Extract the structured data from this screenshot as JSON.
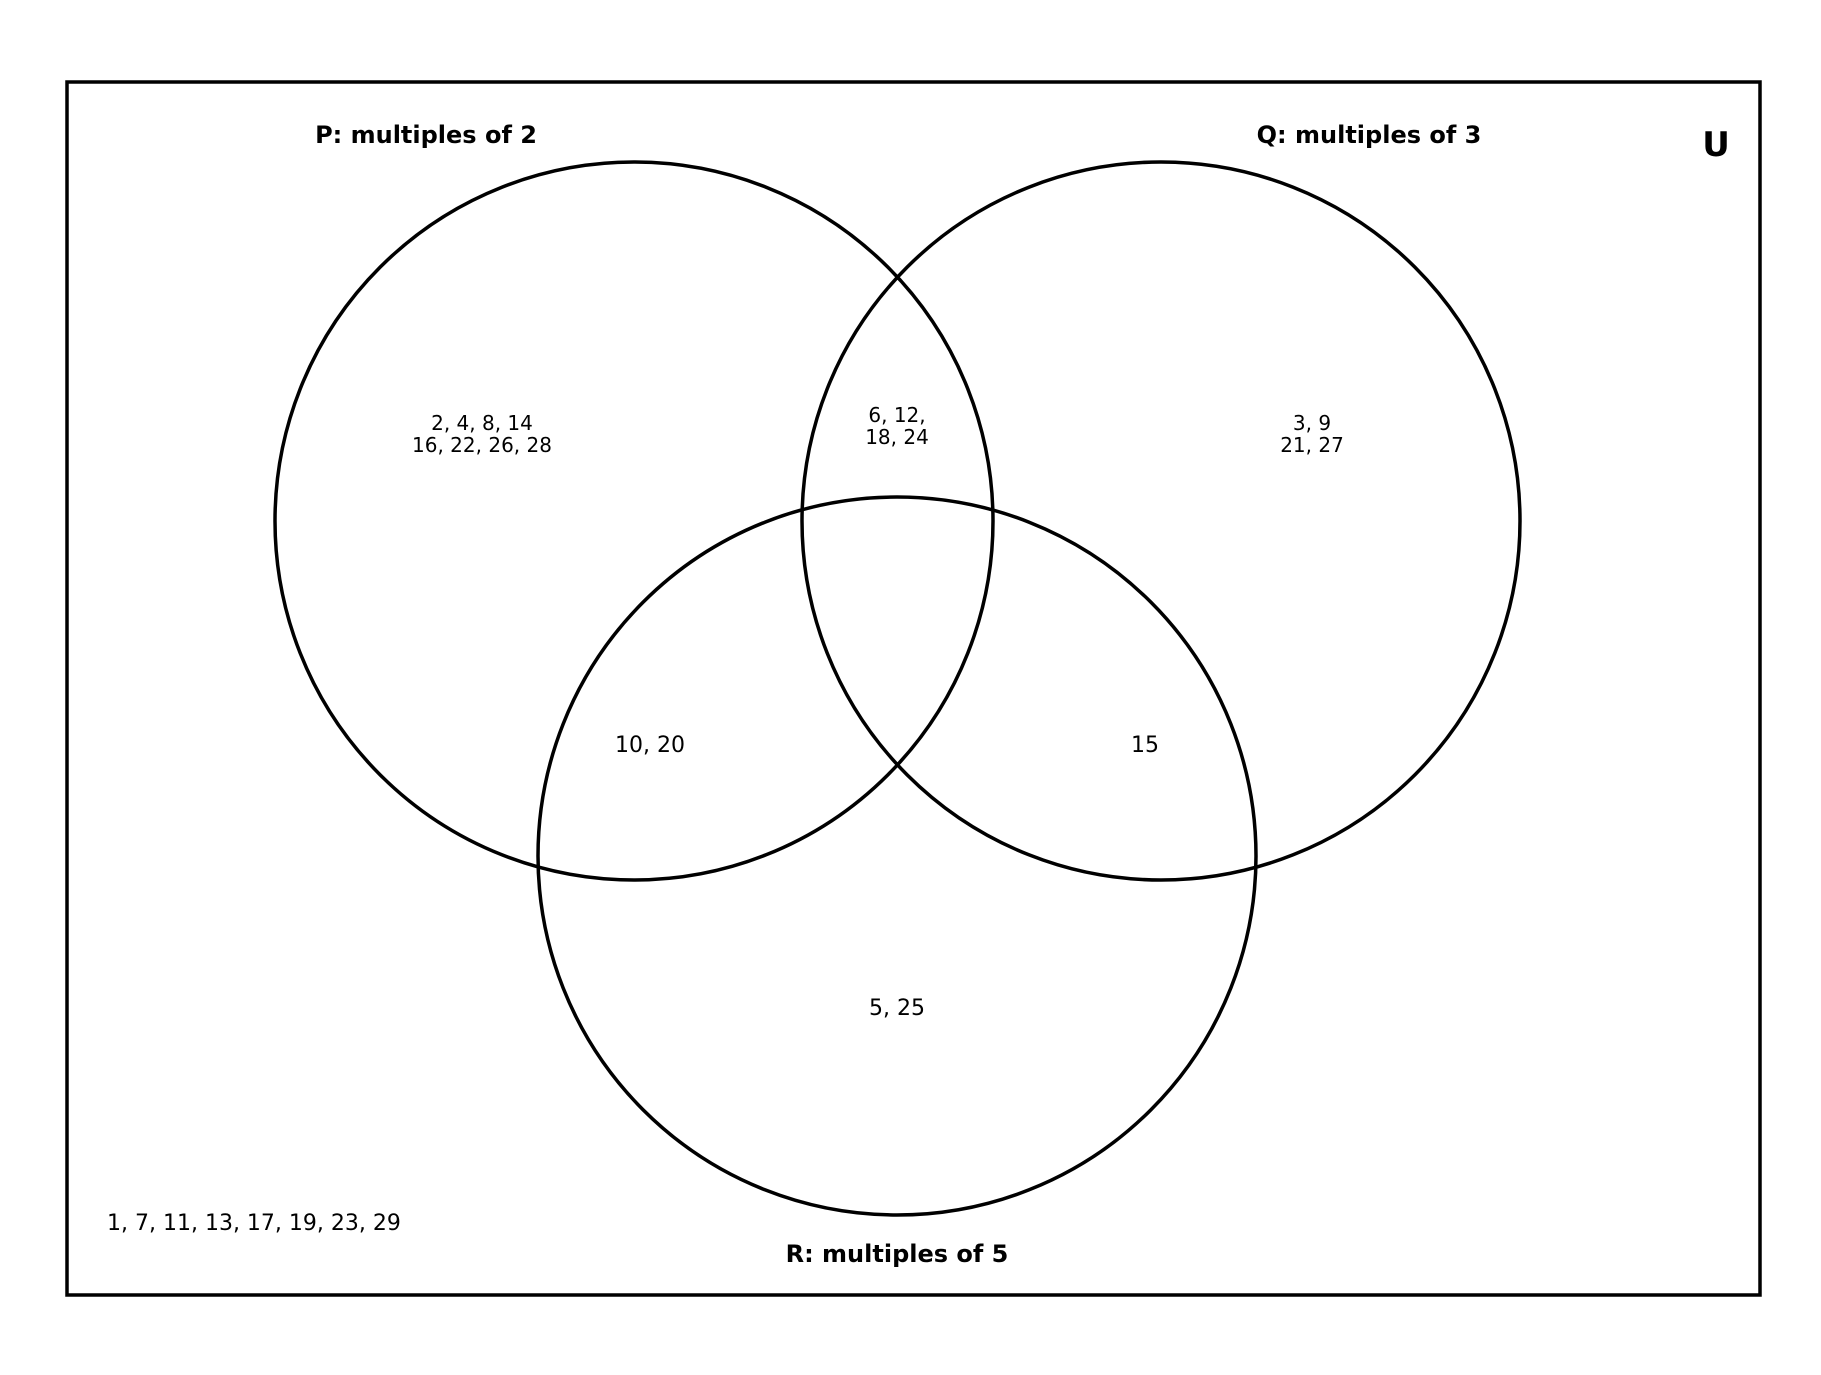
{
  "universe": {
    "label": "U",
    "outside_elements": "1, 7, 11, 13, 17, 19, 23, 29"
  },
  "sets": {
    "P": {
      "label": "P: multiples of 2"
    },
    "Q": {
      "label": "Q: multiples of 3"
    },
    "R": {
      "label": "R: multiples of 5"
    }
  },
  "regions": {
    "p_only": {
      "line1": "2, 4, 8, 14",
      "line2": "16, 22, 26, 28"
    },
    "p_and_q": {
      "line1": "6, 12,",
      "line2": "18, 24"
    },
    "q_only": {
      "line1": "3, 9",
      "line2": "21, 27"
    },
    "p_and_r": "10, 20",
    "q_and_r": "15",
    "r_only": "5, 25"
  },
  "colors": {
    "stroke": "#000000",
    "background": "#ffffff"
  }
}
